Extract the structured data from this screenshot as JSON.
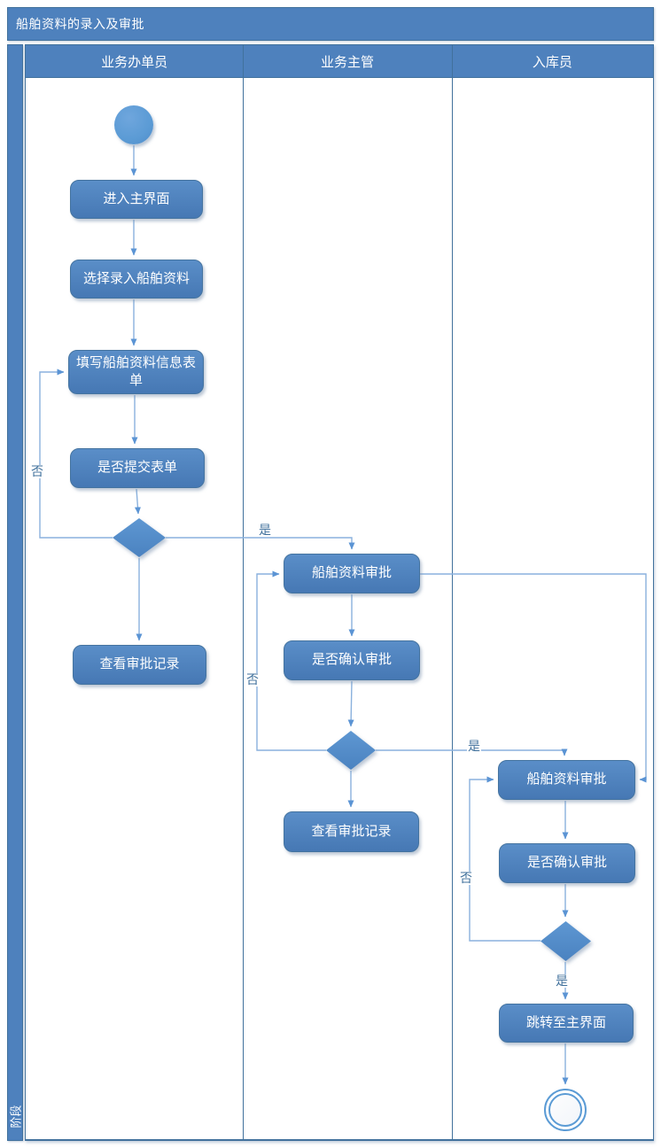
{
  "title": "船舶资料的录入及审批",
  "stage": {
    "label": "阶段"
  },
  "lanes": [
    {
      "label": "业务办单员"
    },
    {
      "label": "业务主管"
    },
    {
      "label": "入库员"
    }
  ],
  "nodes": {
    "enter_main": {
      "label": "进入主界面"
    },
    "select_entry": {
      "label": "选择录入船舶资料"
    },
    "fill_form": {
      "label": "填写船舶资料信息表单"
    },
    "submit_form": {
      "label": "是否提交表单"
    },
    "clerk_view_records": {
      "label": "查看审批记录"
    },
    "supervisor_approve": {
      "label": "船舶资料审批"
    },
    "supervisor_confirm": {
      "label": "是否确认审批"
    },
    "supervisor_view_records": {
      "label": "查看审批记录"
    },
    "warehouse_approve": {
      "label": "船舶资料审批"
    },
    "warehouse_confirm": {
      "label": "是否确认审批"
    },
    "jump_main": {
      "label": "跳转至主界面"
    }
  },
  "edge_labels": {
    "yes": "是",
    "no": "否"
  },
  "colors": {
    "band_blue": "#4e81bd",
    "box_blue": "#4f83c0",
    "connector_blue": "#8ab1dd",
    "arrowhead_blue": "#5b94d4",
    "frame_dark": "#41719c",
    "edge_label_text": "#41719c",
    "node_text": "#ffffff"
  }
}
